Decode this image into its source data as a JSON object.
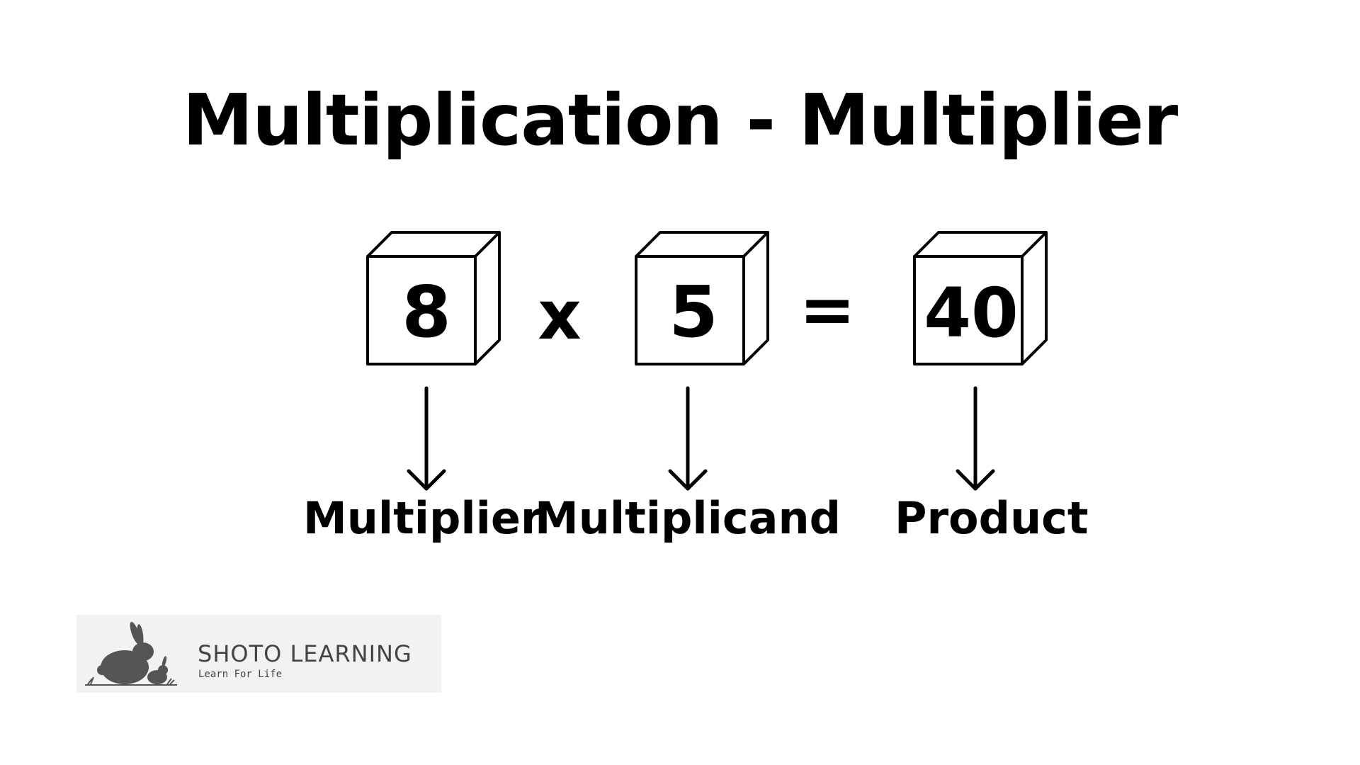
{
  "title": "Multiplication - Multiplier",
  "equation": {
    "multiplier": "8",
    "operator": "x",
    "multiplicand": "5",
    "equals": "=",
    "product": "40"
  },
  "labels": {
    "multiplier": "Multiplier",
    "multiplicand": "Multiplicand",
    "product": "Product"
  },
  "logo": {
    "name": "SHOTO LEARNING",
    "tagline": "Learn For Life"
  },
  "colors": {
    "text": "#000000",
    "logo_bg": "#f2f2f2",
    "logo_text": "#444444"
  }
}
